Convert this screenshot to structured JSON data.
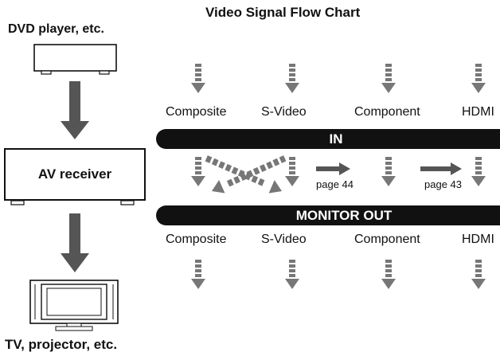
{
  "title": "Video Signal Flow Chart",
  "source_label": "DVD player, etc.",
  "receiver_label": "AV receiver",
  "display_label": "TV, projector, etc.",
  "in_bar": "IN",
  "out_bar": "MONITOR OUT",
  "input_columns": [
    "Composite",
    "S-Video",
    "Component",
    "HDMI"
  ],
  "output_columns": [
    "Composite",
    "S-Video",
    "Component",
    "HDMI"
  ],
  "page_refs": [
    "page 44",
    "page 43"
  ],
  "colors": {
    "arrow": "#555555",
    "dotted": "#777777",
    "bar": "#111111"
  }
}
